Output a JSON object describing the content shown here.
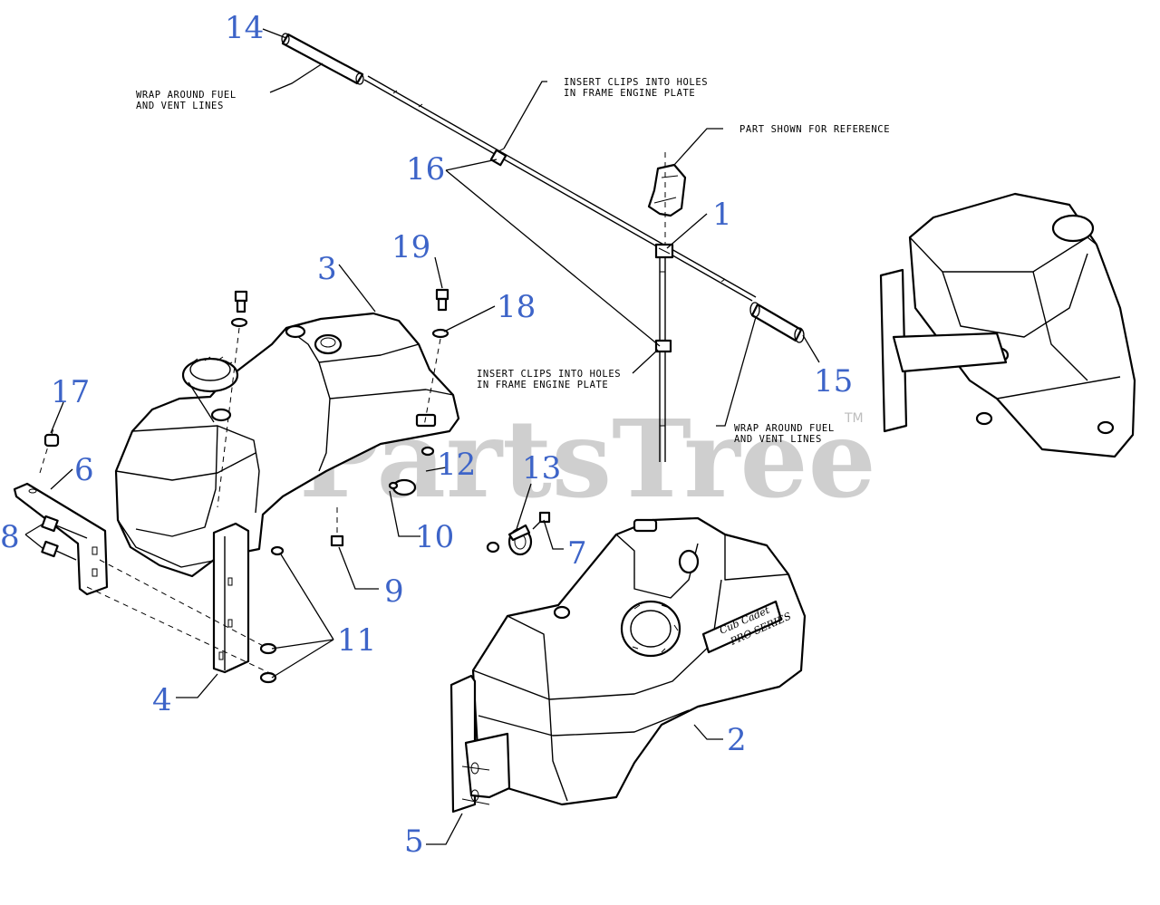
{
  "diagram": {
    "watermark": "PartsTree",
    "trademark": "TM",
    "callouts": [
      "1",
      "2",
      "3",
      "4",
      "5",
      "6",
      "7",
      "8",
      "9",
      "10",
      "11",
      "12",
      "13",
      "14",
      "15",
      "16",
      "17",
      "18",
      "19"
    ],
    "notes": {
      "wrap_top_line1": "WRAP AROUND FUEL",
      "wrap_top_line2": "AND VENT LINES",
      "insert_top_line1": "INSERT CLIPS INTO HOLES",
      "insert_top_line2": "IN FRAME ENGINE PLATE",
      "reference": "PART SHOWN FOR REFERENCE",
      "insert_mid_line1": "INSERT CLIPS INTO HOLES",
      "insert_mid_line2": "IN FRAME ENGINE PLATE",
      "wrap_right_line1": "WRAP AROUND FUEL",
      "wrap_right_line2": "AND VENT LINES"
    },
    "tank_logo": "Cub Cadet",
    "tank_series": "PRO SERIES"
  }
}
